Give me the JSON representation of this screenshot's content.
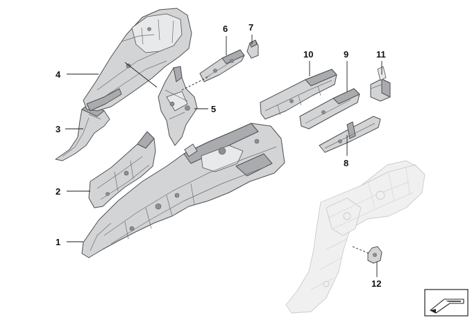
{
  "callouts": {
    "c1": "1",
    "c2": "2",
    "c3": "3",
    "c4": "4",
    "c5": "5",
    "c6": "6",
    "c7": "7",
    "c8": "8",
    "c9": "9",
    "c10": "10",
    "c11": "11",
    "c12": "12"
  },
  "colors": {
    "part_fill": "#d3d4d6",
    "part_shadow": "#a9abae",
    "outline": "#4e4e50",
    "ghost_fill": "#f0f0f1",
    "label": "#111111"
  },
  "icons": {
    "view_indicator": "vehicle-view-icon"
  }
}
